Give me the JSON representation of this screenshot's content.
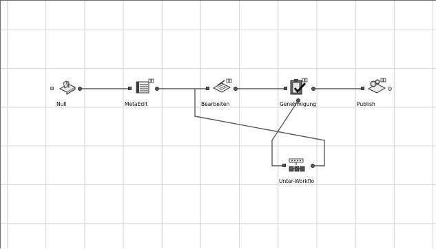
{
  "nodes": [
    {
      "id": "null",
      "label": "Null",
      "icon": "open-book-icon"
    },
    {
      "id": "metaedit",
      "label": "MetaEdit",
      "icon": "table-form-icon"
    },
    {
      "id": "bearbeiten",
      "label": "Bearbeiten",
      "icon": "document-edit-icon"
    },
    {
      "id": "genehmigung",
      "label": "Genehmigung",
      "icon": "clipboard-check-icon"
    },
    {
      "id": "publish",
      "label": "Publish",
      "icon": "publish-gear-icon"
    },
    {
      "id": "unter-workflow",
      "label": "Unter-Workflo",
      "icon": "subworkflow-icon"
    }
  ],
  "edges": [
    {
      "from": "null",
      "to": "metaedit"
    },
    {
      "from": "metaedit",
      "to": "bearbeiten"
    },
    {
      "from": "bearbeiten",
      "to": "genehmigung"
    },
    {
      "from": "genehmigung",
      "to": "publish"
    },
    {
      "from": "metaedit",
      "to": "unter-workflow"
    },
    {
      "from": "genehmigung",
      "to": "unter-workflow"
    }
  ],
  "colors": {
    "grid": "#d4d4d4",
    "edge": "#5a5a5a",
    "port": "#5a5a5a",
    "background": "#ffffff"
  }
}
